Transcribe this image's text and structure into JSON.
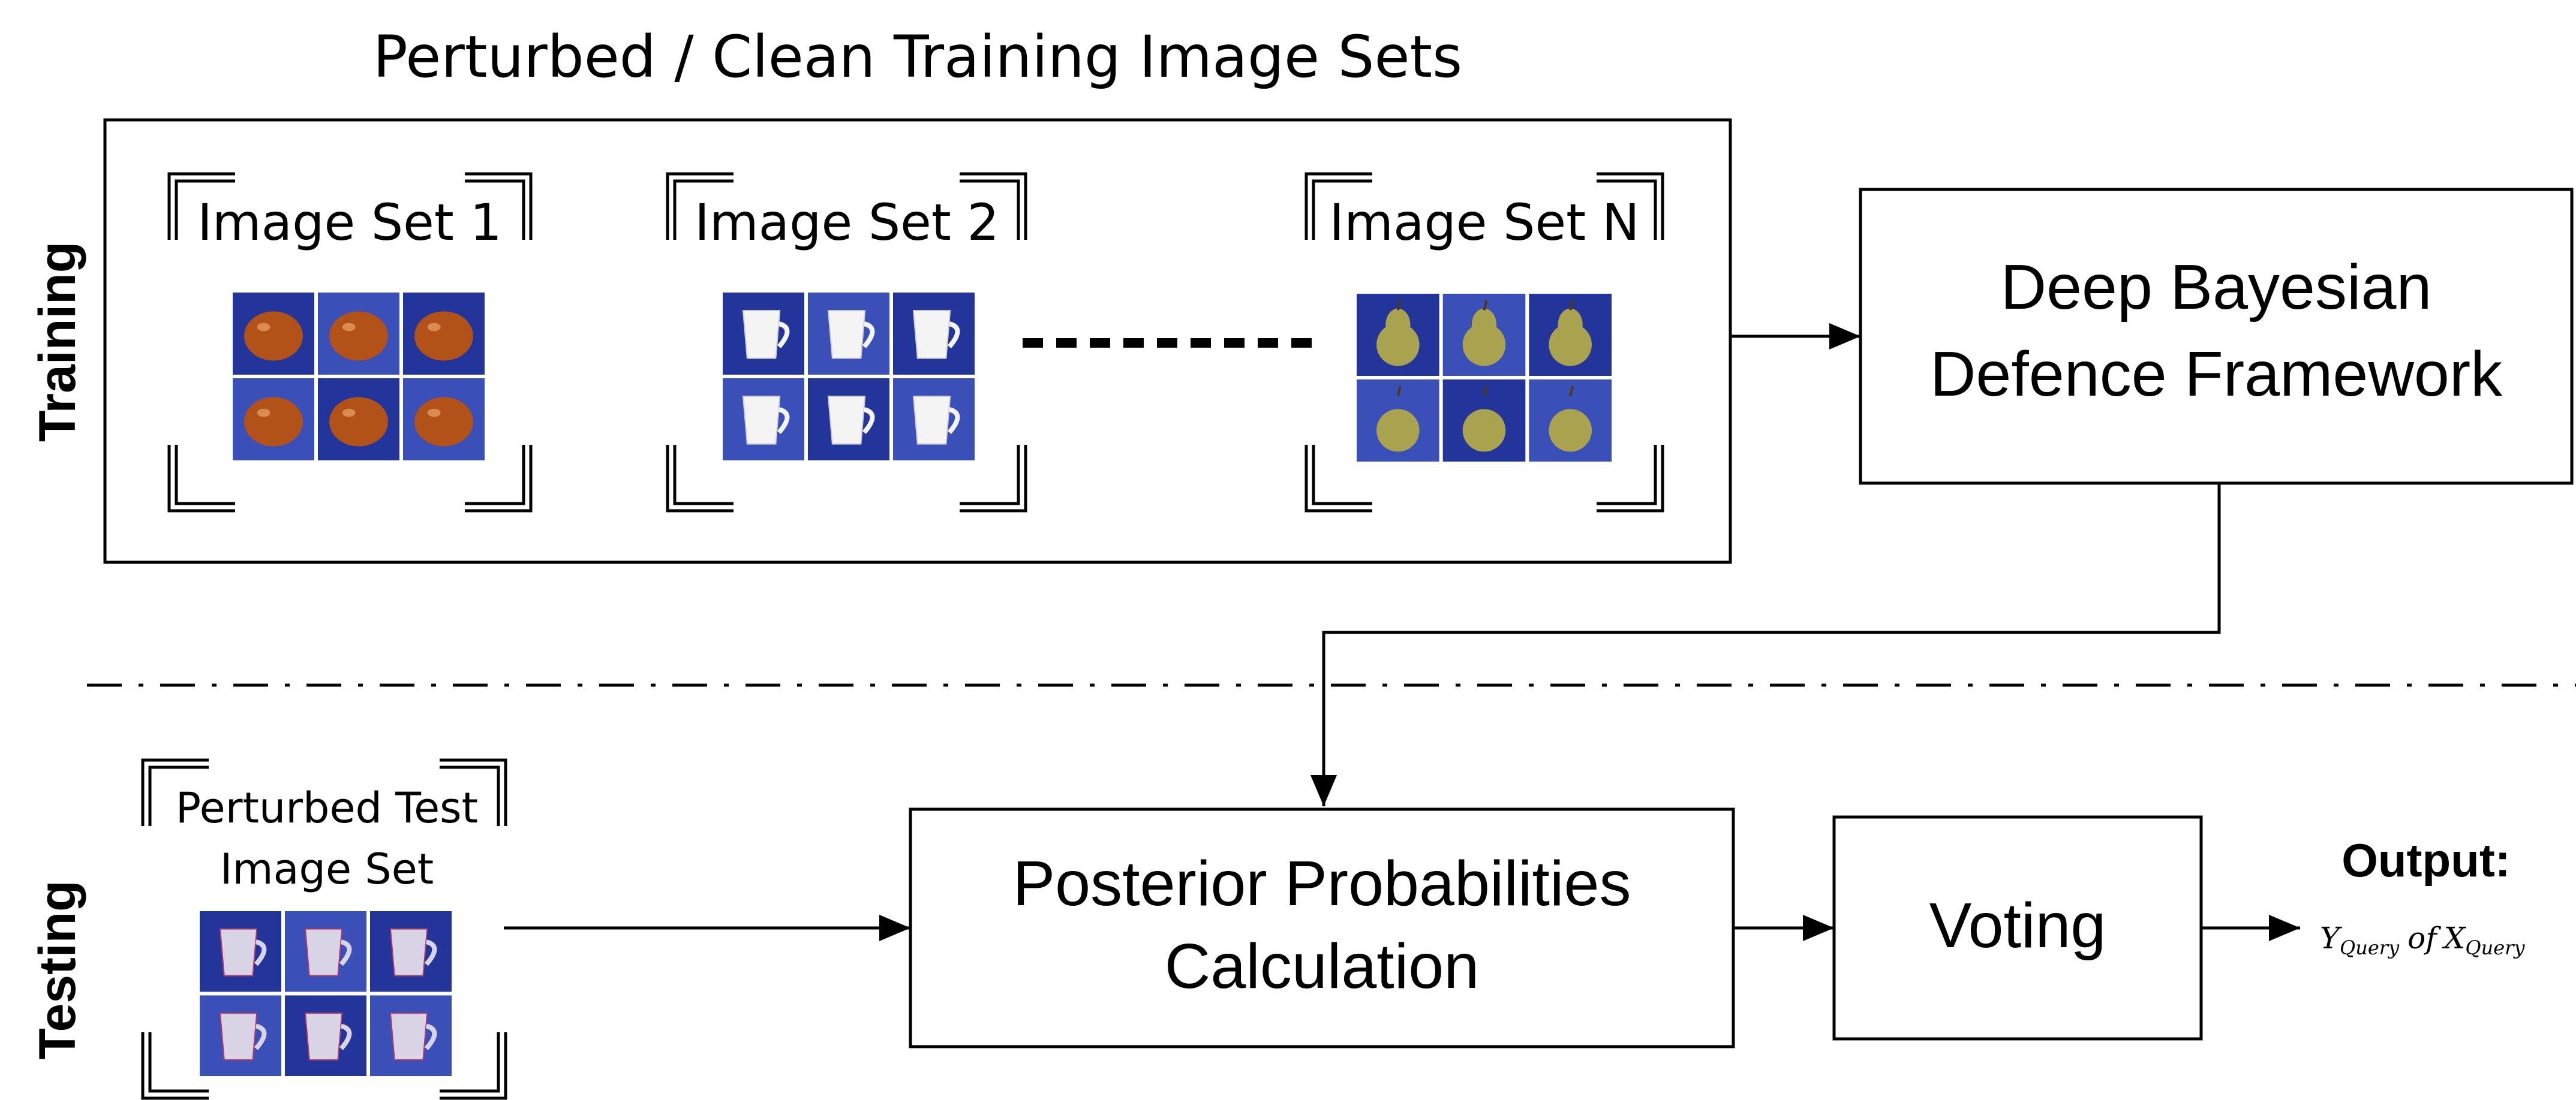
{
  "title": "Perturbed / Clean Training Image Sets",
  "phases": {
    "training": "Training",
    "testing": "Testing"
  },
  "training_sets": [
    {
      "label": "Image Set 1",
      "object": "tomato"
    },
    {
      "label": "Image Set 2",
      "object": "mug"
    },
    {
      "label": "Image Set N",
      "object": "pear"
    }
  ],
  "test_set": {
    "line1": "Perturbed Test",
    "line2": "Image Set",
    "object": "perturbed mug"
  },
  "boxes": {
    "framework": {
      "line1": "Deep Bayesian",
      "line2": "Defence Framework"
    },
    "posterior": {
      "line1": "Posterior Probabilities",
      "line2": "Calculation"
    },
    "voting": {
      "label": "Voting"
    }
  },
  "output": {
    "heading": "Output:",
    "expression": "Y_Query of X_Query",
    "y": "Y",
    "y_sub": "Query",
    "of": "of",
    "x": "X",
    "x_sub": "Query"
  },
  "colors": {
    "thumb_bg": "#23349a",
    "thumb_bg2": "#3a4fb8",
    "tomato": "#b25218",
    "pear": "#a9a24e",
    "line": "#000000"
  }
}
